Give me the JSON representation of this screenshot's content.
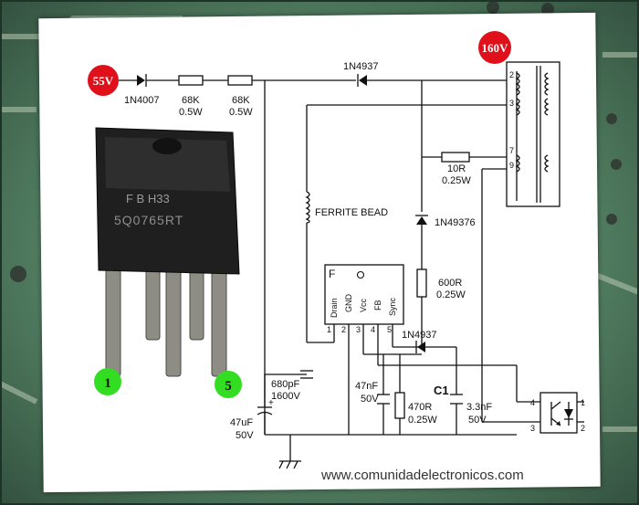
{
  "colors": {
    "badge": "#e0101a",
    "pin_marker": "#33dd22",
    "board": "#5a8a6a"
  },
  "badges": {
    "v55": "55V",
    "v160": "160V"
  },
  "component_photo": {
    "marking_line1": "F B H33",
    "marking_line2": "5Q0765RT",
    "pin_first": "1",
    "pin_last": "5"
  },
  "labels": {
    "d1": "1N4007",
    "r1_value": "68K",
    "r1_power": "0.5W",
    "r2_value": "68K",
    "r2_power": "0.5W",
    "d2": "1N4937",
    "ferrite": "FERRITE BEAD",
    "r3_value": "10R",
    "r3_power": "0.25W",
    "d3": "1N49376",
    "r4_value": "600R",
    "r4_power": "0.25W",
    "d4": "1N4937",
    "c1_value": "680pF",
    "c1_voltage": "1600V",
    "c2_value": "47uF",
    "c2_voltage": "50V",
    "c3_value": "47nF",
    "c3_voltage": "50V",
    "r5_value": "470R",
    "r5_power": "0.25W",
    "c1_name": "C1",
    "c4_value": "3.3nF",
    "c4_voltage": "50V"
  },
  "ic": {
    "logo": "F",
    "pins": [
      "Drain",
      "GND",
      "Vcc",
      "FB",
      "Sync"
    ],
    "pin_numbers": [
      "1",
      "2",
      "3",
      "4",
      "5"
    ]
  },
  "transformer": {
    "pins": [
      "2",
      "3",
      "7",
      "9"
    ]
  },
  "optocoupler": {
    "pins": [
      "4",
      "3",
      "1",
      "2"
    ]
  },
  "website": "www.comunidadelectronicos.com"
}
